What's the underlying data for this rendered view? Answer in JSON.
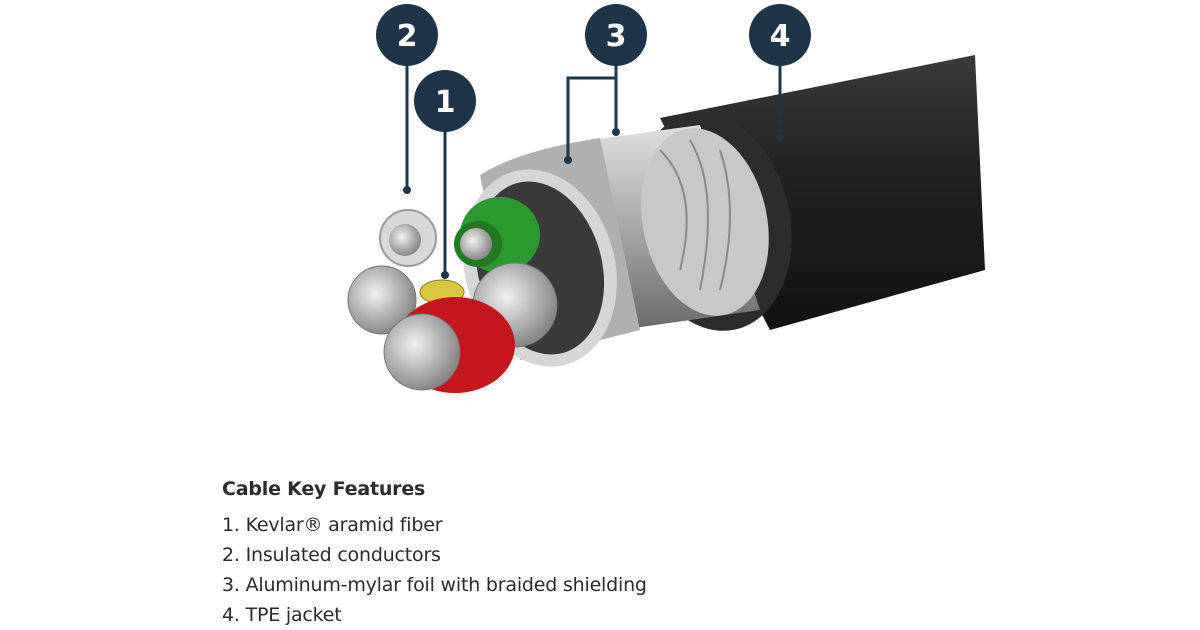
{
  "callouts": [
    {
      "number": "1",
      "target": "kevlar"
    },
    {
      "number": "2",
      "target": "conductors"
    },
    {
      "number": "3",
      "target": "shielding"
    },
    {
      "number": "4",
      "target": "jacket"
    }
  ],
  "colors": {
    "callout": "#1e3448",
    "jacket": "#2a2a2a",
    "shield": "#b8b8b8",
    "green": "#2a9a2e",
    "red": "#c4161c",
    "kevlar": "#d8c840"
  },
  "legend": {
    "title": "Cable Key Features",
    "items": [
      "1. Kevlar® aramid fiber",
      "2. Insulated conductors",
      "3. Aluminum-mylar foil with braided shielding",
      "4. TPE jacket"
    ]
  }
}
